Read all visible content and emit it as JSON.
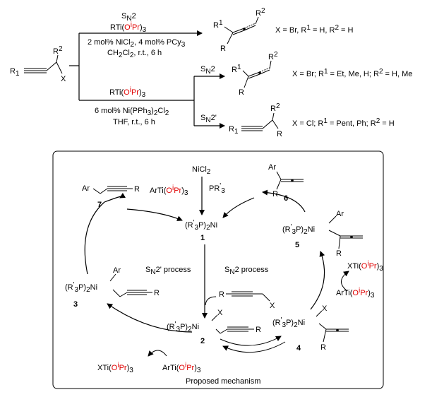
{
  "reaction": {
    "substrate": {
      "r1": "R",
      "r1_sub": "1",
      "x": "X",
      "r2": "R",
      "r2_sup": "2"
    },
    "upper_path": {
      "label": "S",
      "label_sub": "N",
      "label_tail": "2",
      "reagent_pre": "RTi(",
      "reagent_red": "O",
      "reagent_red_sup": "i",
      "reagent_red2": "Pr",
      "reagent_post": ")",
      "reagent_sub": "3",
      "cond_line1": "2 mol% NiCl",
      "cond_line1_sub": "2",
      "cond_line1_tail": ", 4 mol% PCy",
      "cond_line1_sub2": "3",
      "cond_line2": "CH",
      "cond_line2_sub": "2",
      "cond_line2_mid": "Cl",
      "cond_line2_sub2": "2",
      "cond_line2_tail": ", r.t., 6 h",
      "product_r1": "R",
      "product_r1_sup": "1",
      "product_r2": "R",
      "product_r2_sup": "2",
      "product_r": "R",
      "note": "X = Br, R",
      "note_sup1": "1",
      "note_mid": " = H, R",
      "note_sup2": "2",
      "note_tail": " = H"
    },
    "lower_path": {
      "reagent_pre": "RTi(",
      "reagent_red": "O",
      "reagent_red_sup": "i",
      "reagent_red2": "Pr",
      "reagent_post": ")",
      "reagent_sub": "3",
      "cond_line1": "6 mol% Ni(PPh",
      "cond_line1_sub": "3",
      "cond_line1_mid": ")",
      "cond_line1_sub2": "2",
      "cond_line1_tail": "Cl",
      "cond_line1_sub3": "2",
      "cond_line2": "THF, r.t., 6 h",
      "branch_a": {
        "label": "S",
        "label_sub": "N",
        "label_tail": "2",
        "product_r1": "R",
        "product_r1_sup": "1",
        "product_r2": "R",
        "product_r2_sup": "2",
        "product_r": "R",
        "note": "X = Br; R",
        "note_sup1": "1",
        "note_mid": " = Et, Me, H; R",
        "note_sup2": "2",
        "note_tail": " = H, Me"
      },
      "branch_b": {
        "label": "S",
        "label_sub": "N",
        "label_tail": "2'",
        "product_r1": "R",
        "product_r1_sup": "1",
        "product_r2": "R",
        "product_r2_sup": "2",
        "product_r": "R",
        "note": "X = Cl; R",
        "note_sup1": "1",
        "note_mid": " = Pent, Ph; R",
        "note_sup2": "2",
        "note_tail": " = H"
      }
    }
  },
  "mechanism": {
    "caption": "Proposed mechanism",
    "nicl2": "NiCl",
    "nicl2_sub": "2",
    "pr3": "PR",
    "pr3_sup": "'",
    "pr3_sub": "3",
    "arti": "ArTi(",
    "arti_red": "O",
    "arti_red_sup": "i",
    "arti_red2": "Pr",
    "arti_post": ")",
    "arti_sub": "3",
    "xti": "XTi(",
    "xti_red": "O",
    "xti_red_sup": "i",
    "xti_red2": "Pr",
    "xti_post": ")",
    "xti_sub": "3",
    "ligand": "(R",
    "ligand_sup": "'",
    "ligand_sub": "3",
    "ligand_post": "P)",
    "ligand_sub2": "2",
    "ni": "Ni",
    "sn2p_process": "S",
    "sn2p_sub": "N",
    "sn2p_tail": "2' process",
    "sn2_process": "S",
    "sn2_sub": "N",
    "sn2_tail": "2 process",
    "ar": "Ar",
    "x": "X",
    "r": "R",
    "n1": "1",
    "n2": "2",
    "n3": "3",
    "n4": "4",
    "n5": "5",
    "n6": "6",
    "n7": "7"
  }
}
